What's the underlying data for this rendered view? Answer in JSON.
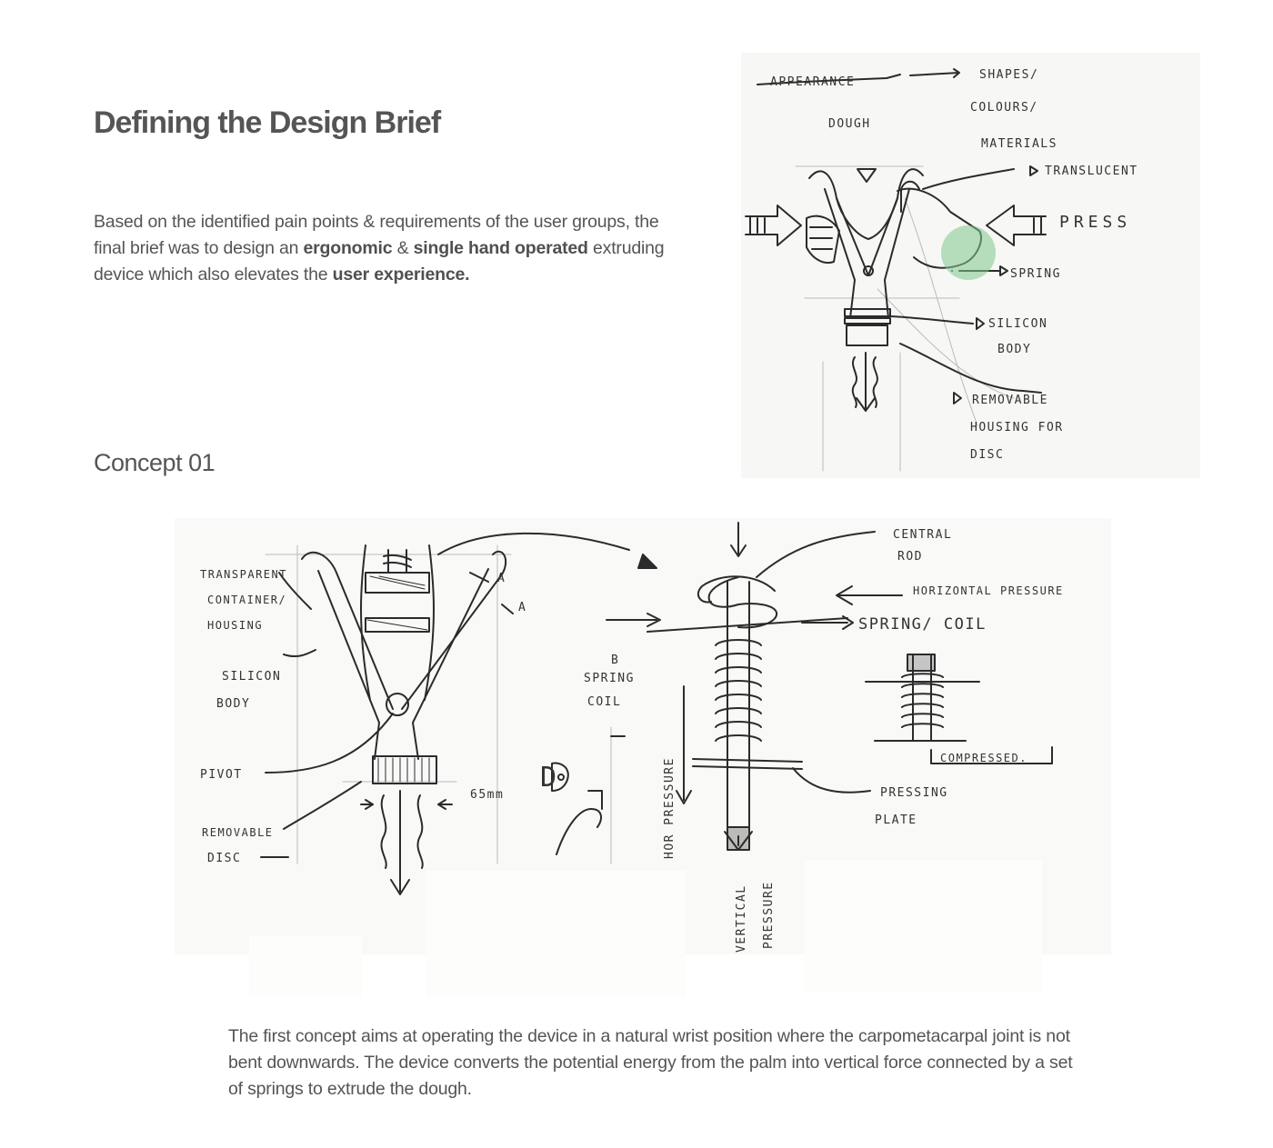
{
  "header": {
    "title": "Defining the Design Brief"
  },
  "intro": {
    "part1": "Based on the identified pain points & requirements of the user groups, the final brief was to design an ",
    "bold1": "ergonomic",
    "part2": " & ",
    "bold2": "single hand operated",
    "part3": " extruding device which also elevates the ",
    "bold3": "user experience."
  },
  "concept": {
    "title": "Concept 01"
  },
  "sketch_top": {
    "labels": {
      "appearance": "APPEARANCE",
      "shapes": "SHAPES/",
      "colours": "COLOURS/",
      "materials": "MATERIALS",
      "translucent": "TRANSLUCENT",
      "dough": "DOUGH",
      "press": "PRESS",
      "spring": "SPRING",
      "silicon": "SILICON",
      "body": "BODY",
      "removable": "REMOVABLE",
      "housing_for": "HOUSING FOR",
      "disc": "DISC"
    },
    "highlight_color": "#7fc98a"
  },
  "sketch_bottom": {
    "labels": {
      "transparent": "TRANSPARENT",
      "container": "CONTAINER/",
      "housing": "HOUSING",
      "silicon": "SILICON",
      "body": "BODY",
      "pivot": "PIVOT",
      "removable": "REMOVABLE",
      "disc": "DISC",
      "dimension": "65mm",
      "spring_b": "B",
      "spring": "SPRING",
      "coil": "COIL",
      "central": "CENTRAL",
      "rod": "ROD",
      "horizontal_pressure": "HORIZONTAL PRESSURE",
      "spring_coil": "SPRING/ COIL",
      "compressed": "COMPRESSED.",
      "pressing": "PRESSING",
      "plate": "PLATE",
      "hor_pressure": "HOR PRESSURE",
      "vertical": "VERTICAL",
      "pressure": "PRESSURE",
      "marker_a": "A",
      "marker_d": "D"
    }
  },
  "outro": {
    "text": "The first concept aims at operating the device in a natural wrist position where the carpometacarpal joint is not bent downwards. The device converts the potential energy from the palm into vertical force connected by a set of springs to extrude the dough."
  }
}
